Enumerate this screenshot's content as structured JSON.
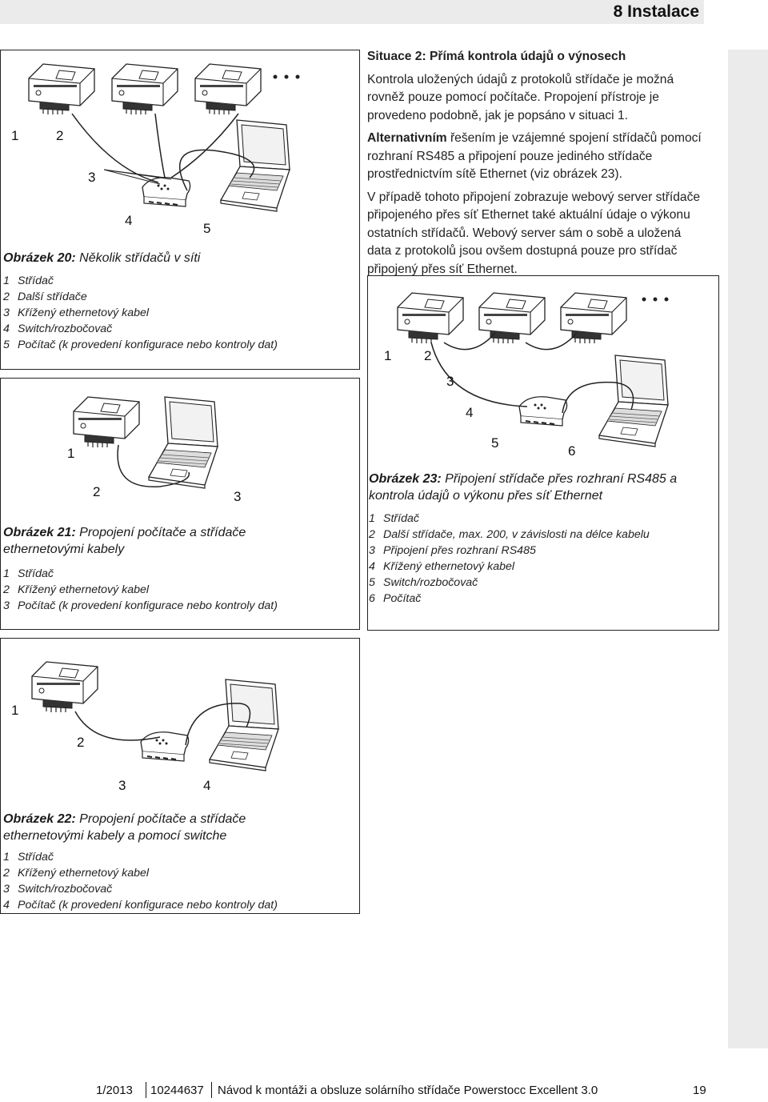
{
  "header": {
    "title": "8  Instalace"
  },
  "fig20": {
    "caption_label": "Obrázek 20:",
    "caption_text": "Několik střídačů v síti",
    "numbers": [
      "1",
      "2",
      "3",
      "4",
      "5"
    ],
    "legend": [
      {
        "n": "1",
        "t": "Střídač"
      },
      {
        "n": "2",
        "t": "Další střídače"
      },
      {
        "n": "3",
        "t": "Křížený ethernetový kabel"
      },
      {
        "n": "4",
        "t": "Switch/rozbočovač"
      },
      {
        "n": "5",
        "t": "Počítač (k provedení konfigurace nebo kontroly dat)"
      }
    ]
  },
  "fig21": {
    "caption_label": "Obrázek 21:",
    "caption_text": "Propojení počítače a střídače ethernetovými kabely",
    "numbers": [
      "1",
      "2",
      "3"
    ],
    "legend": [
      {
        "n": "1",
        "t": "Střídač"
      },
      {
        "n": "2",
        "t": "Křížený ethernetový kabel"
      },
      {
        "n": "3",
        "t": "Počítač (k provedení konfigurace nebo kontroly dat)"
      }
    ]
  },
  "fig22": {
    "caption_label": "Obrázek 22:",
    "caption_text": "Propojení počítače a střídače ethernetovými kabely a pomocí switche",
    "numbers": [
      "1",
      "2",
      "3",
      "4"
    ],
    "legend": [
      {
        "n": "1",
        "t": "Střídač"
      },
      {
        "n": "2",
        "t": "Křížený ethernetový kabel"
      },
      {
        "n": "3",
        "t": "Switch/rozbočovač"
      },
      {
        "n": "4",
        "t": "Počítač (k provedení konfigurace nebo kontroly dat)"
      }
    ]
  },
  "fig23": {
    "caption_label": "Obrázek 23:",
    "caption_text": "Připojení střídače přes rozhraní RS485 a kontrola údajů o výkonu přes síť Ethernet",
    "numbers": [
      "1",
      "2",
      "3",
      "4",
      "5",
      "6"
    ],
    "legend": [
      {
        "n": "1",
        "t": "Střídač"
      },
      {
        "n": "2",
        "t": "Další střídače, max. 200, v závislosti na délce kabelu"
      },
      {
        "n": "3",
        "t": "Připojení přes rozhraní RS485"
      },
      {
        "n": "4",
        "t": "Křížený ethernetový kabel"
      },
      {
        "n": "5",
        "t": "Switch/rozbočovač"
      },
      {
        "n": "6",
        "t": "Počítač"
      }
    ]
  },
  "situation": {
    "heading": "Situace 2: Přímá kontrola údajů o výnosech",
    "p1": "Kontrola uložených údajů z protokolů střídače je možná rovněž pouze pomocí počítače. Propojení přístroje je provedeno podobně, jak je popsáno v situaci 1.",
    "p2_em": "Alternativním",
    "p2_rest": " řešením je vzájemné spojení střídačů pomocí rozhraní RS485 a připojení pouze jediného střídače prostřednictvím sítě Ethernet (viz obrázek 23).",
    "p3": "V případě tohoto připojení zobrazuje webový server střídače připojeného přes síť Ethernet také aktuální údaje o výkonu ostatních střídačů. Webový server sám o sobě a uložená data z protokolů jsou ovšem dostupná pouze pro střídač připojený přes síť Ethernet."
  },
  "footer": {
    "left": "1/2013",
    "doc_no": "10244637",
    "title": "Návod k montáži a obsluze solárního střídače Powerstocc Excellent 3.0",
    "page": "19"
  }
}
